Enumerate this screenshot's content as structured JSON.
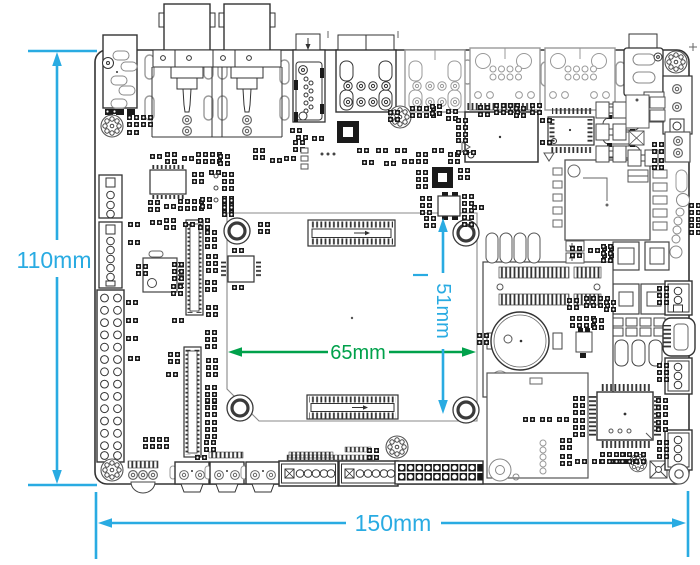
{
  "title": "PCB board dimension drawing",
  "dimensions": {
    "board_height": {
      "value": "110mm"
    },
    "board_width": {
      "value": "150mm"
    },
    "som_width": {
      "value": "65mm"
    },
    "som_height": {
      "value": "51mm"
    }
  },
  "colors": {
    "dimension_blue": "#29ABE2",
    "dimension_green": "#00A14B",
    "outline_dark": "#333333",
    "outline_light": "#999999",
    "background": "#FFFFFF"
  }
}
